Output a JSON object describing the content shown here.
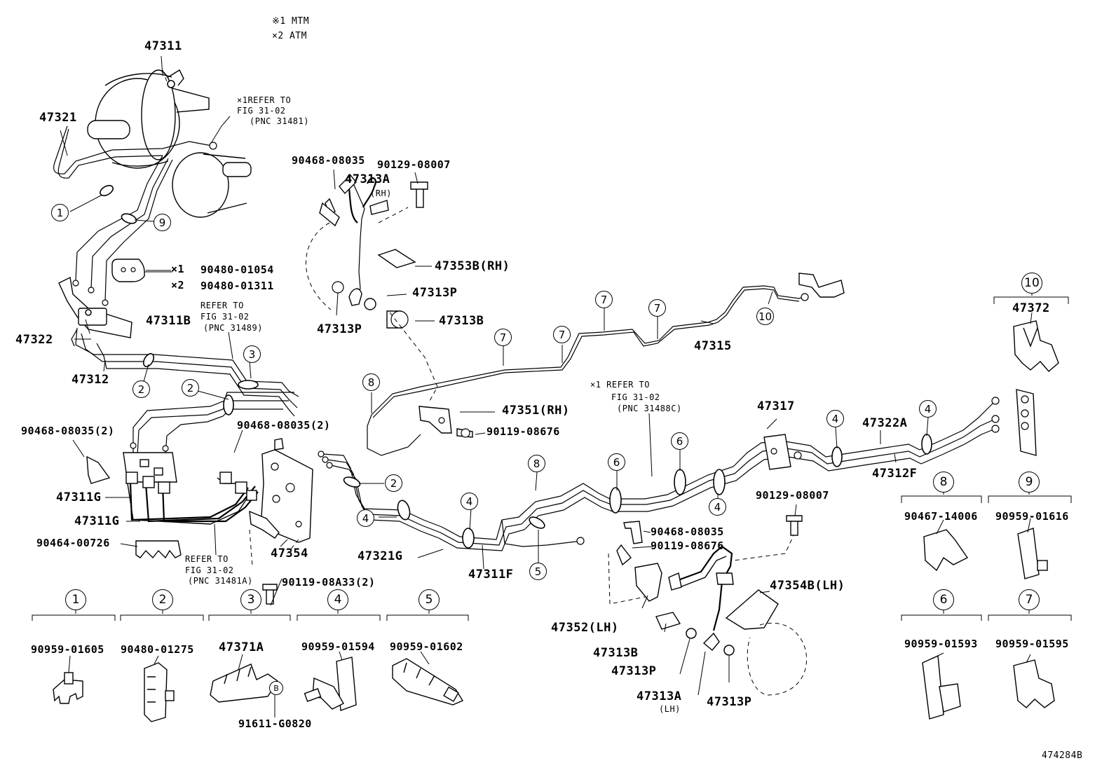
{
  "diagram": {
    "legend": [
      "※1 MTM",
      "×2 ATM"
    ],
    "figure_code": "474284B",
    "parts": {
      "p47311": "47311",
      "p47321": "47321",
      "p47322": "47322",
      "p47312": "47312",
      "p47311B": "47311B",
      "p90480_01054": "90480-01054",
      "p90480_01311": "90480-01311",
      "x1": "×1",
      "x2": "×2",
      "p90468_08035_a": "90468-08035",
      "p90129_08007_a": "90129-08007",
      "p47313A_rh": "47313A",
      "rh": "(RH)",
      "p47353B": "47353B(RH)",
      "p47313P_a": "47313P",
      "p47313P_b": "47313P",
      "p47313B_a": "47313B",
      "p47351": "47351(RH)",
      "p90119_08676_a": "90119-08676",
      "p47315": "47315",
      "p47372": "47372",
      "p47317": "47317",
      "p47322A": "47322A",
      "p47312F": "47312F",
      "p90468_08035_2a": "90468-08035(2)",
      "p90468_08035_2b": "90468-08035(2)",
      "p47311G_a": "47311G",
      "p47311G_b": "47311G",
      "p90464_00726": "90464-00726",
      "p47354": "47354",
      "p90119_08A33": "90119-08A33(2)",
      "p47321G": "47321G",
      "p47311F": "47311F",
      "p90468_08035_b": "90468-08035",
      "p90119_08676_b": "90119-08676",
      "p90129_08007_b": "90129-08007",
      "p47354B": "47354B(LH)",
      "p47352": "47352(LH)",
      "p47313B_b": "47313B",
      "p47313P_c": "47313P",
      "p47313A_lh": "47313A",
      "lh": "(LH)",
      "p47313P_d": "47313P",
      "p90467_14006": "90467-14006",
      "p90959_01616": "90959-01616",
      "p90959_01593": "90959-01593",
      "p90959_01595": "90959-01595",
      "p90959_01605": "90959-01605",
      "p90480_01275": "90480-01275",
      "p47371A": "47371A",
      "p90959_01594": "90959-01594",
      "p90959_01602": "90959-01602",
      "p91611_G0820": "91611-G0820",
      "B": "B"
    },
    "refs": {
      "r1": [
        "×1REFER TO",
        "FIG 31-02",
        "(PNC 31481)"
      ],
      "r2": [
        "REFER TO",
        "FIG 31-02",
        "(PNC 31489)"
      ],
      "r3": [
        "×1 REFER TO",
        "FIG 31-02",
        "(PNC 31488C)"
      ],
      "r4": [
        "REFER TO",
        "FIG 31-02",
        "(PNC 31481A)"
      ]
    },
    "callouts": {
      "c1": "1",
      "c2": "2",
      "c3": "3",
      "c4": "4",
      "c5": "5",
      "c6": "6",
      "c7": "7",
      "c8": "8",
      "c9": "9",
      "c10": "10"
    }
  }
}
